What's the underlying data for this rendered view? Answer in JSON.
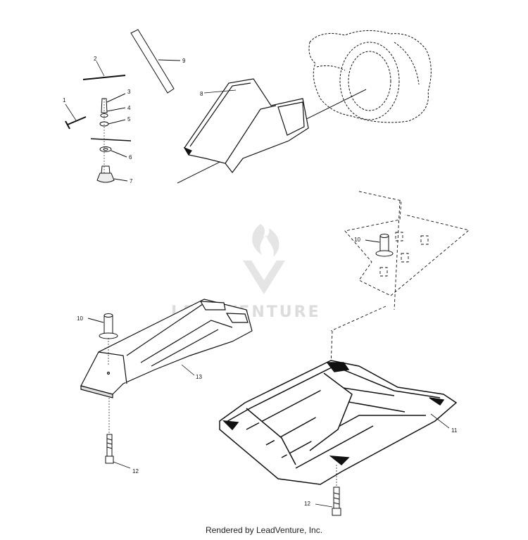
{
  "callouts": [
    "1",
    "2",
    "3",
    "4",
    "5",
    "6",
    "7",
    "8",
    "9",
    "10",
    "10",
    "11",
    "12",
    "12",
    "13"
  ],
  "watermark": {
    "text": "LEADVENTURE"
  },
  "footer": {
    "text": "Rendered by LeadVenture, Inc."
  }
}
